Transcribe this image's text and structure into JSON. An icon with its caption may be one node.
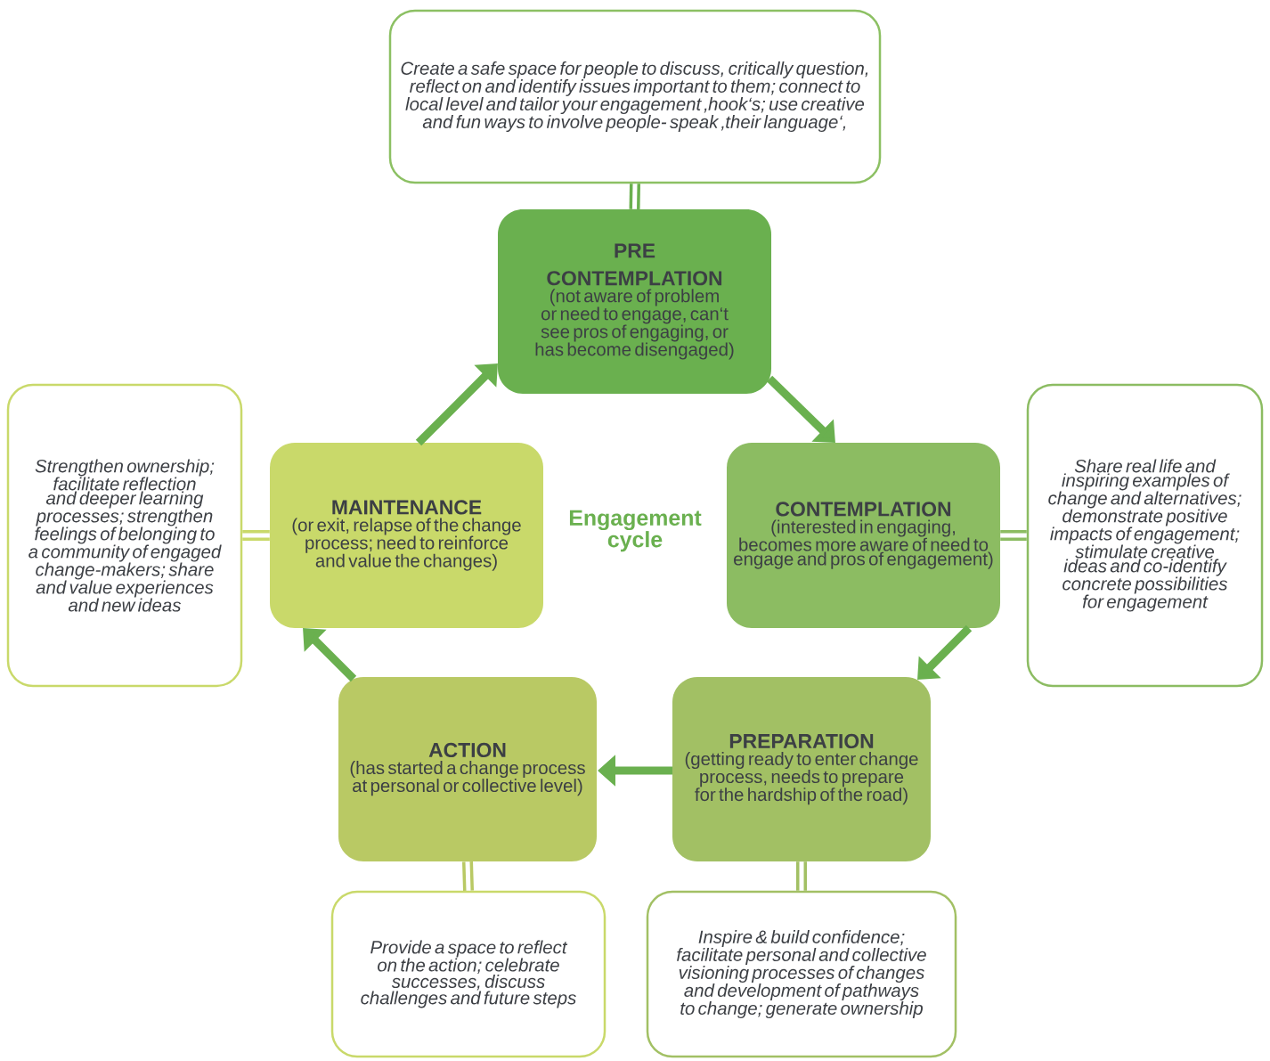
{
  "diagram": {
    "nodes": [
      {
        "text": [
          "Create a safe space for people to discuss, critically question, reflect on and identify issues important to them; connect to local level and tailor your engagement ‚hook‘s; use creative and fun ways to involve people- speak ‚their language‘,"
        ]
      },
      {
        "text": [
          "PRE CONTEMPLATION",
          "(not aware of problem or need to engage, can‘t see pros of engaging, or has become disengaged)"
        ]
      },
      {
        "text": [
          "Strengthen ownership; facilitate reflection and deeper learning processes; strengthen feelings of belonging to a community of engaged change-makers; share and value experiences and new ideas"
        ]
      },
      {
        "text": [
          "MAINTENANCE",
          "(or exit, relapse of the change process; need to reinforce and value the changes)"
        ]
      },
      {
        "text": [
          "CONTEMPLATION",
          "(interested in engaging, becomes more aware of need to engage and pros of engagement)"
        ]
      },
      {
        "text": [
          "Share real life and inspiring examples of change and alternatives; demonstrate positive impacts of engagement; stimulate creative ideas and co-identify concrete possibilities for engagement"
        ]
      },
      {
        "text": [
          "ACTION",
          "(has started a change process at personal or collective level)"
        ]
      },
      {
        "text": [
          "PREPARATION",
          "(getting ready to enter change process, needs to prepare for the hardship of the road)"
        ]
      },
      {
        "text": [
          "Provide a space to reflect on the action; celebrate successes, discuss challenges and future steps"
        ]
      },
      {
        "text": [
          "Inspire & build confidence; facilitate personal and collective visioning processes of changes and development of pathways to change; generate ownership"
        ]
      }
    ],
    "edges": [
      {
        "from": 1,
        "to": 0,
        "arrow": "none",
        "color": "#6ab04f"
      },
      {
        "from": 3,
        "to": 2,
        "arrow": "none",
        "color": "#c9d96a"
      },
      {
        "from": 4,
        "to": 5,
        "arrow": "none",
        "color": "#8cbc62"
      },
      {
        "from": 6,
        "to": 8,
        "arrow": "none",
        "color": "#b9c964"
      },
      {
        "from": 7,
        "to": 9,
        "arrow": "none",
        "color": "#a2c064"
      },
      {
        "from": 1,
        "to": 4,
        "arrow": "to",
        "color": "#6ab04f"
      },
      {
        "from": 4,
        "to": 7,
        "arrow": "to",
        "color": "#6ab04f"
      },
      {
        "from": 7,
        "to": 6,
        "arrow": "to",
        "color": "#6ab04f"
      },
      {
        "from": 6,
        "to": 3,
        "arrow": "to",
        "color": "#6ab04f"
      },
      {
        "from": 3,
        "to": 1,
        "arrow": "to",
        "color": "#6ab04f"
      }
    ],
    "labels": [
      "Engagement cycle"
    ]
  }
}
